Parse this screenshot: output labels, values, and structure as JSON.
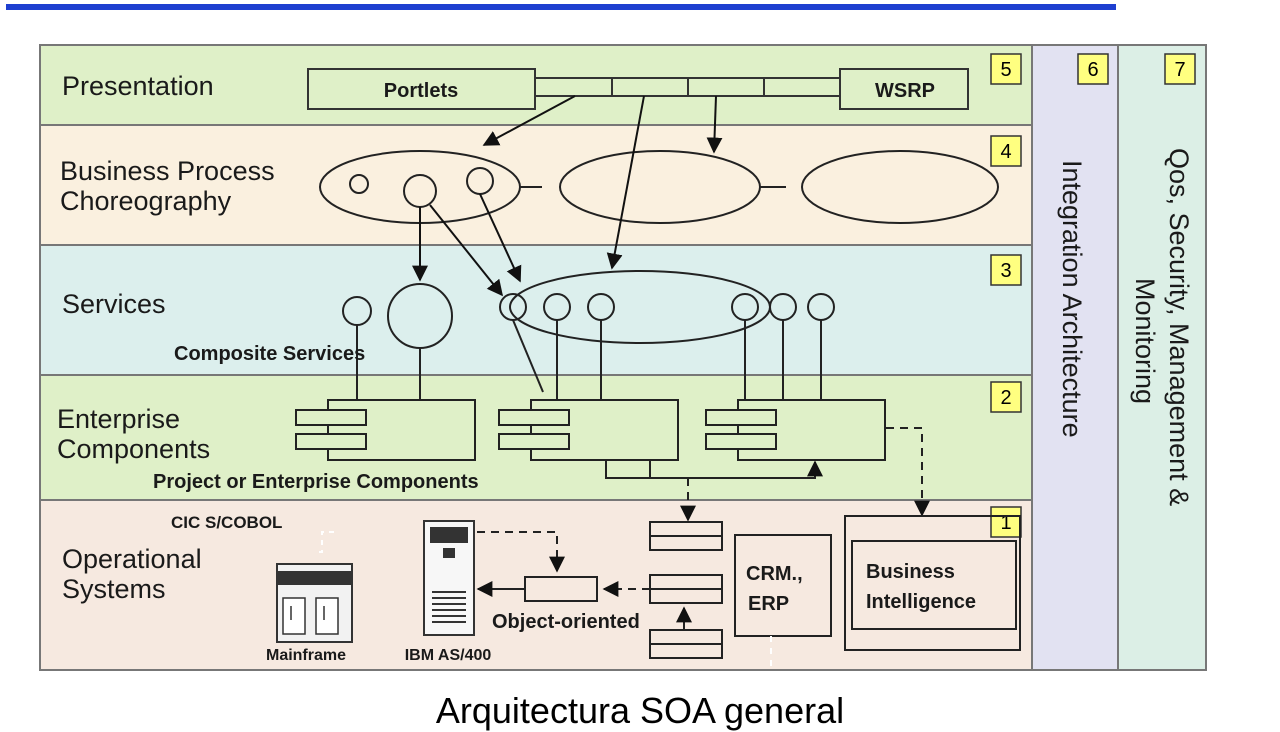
{
  "layers": [
    {
      "label_lines": [
        "Presentation"
      ],
      "number": "5"
    },
    {
      "label_lines": [
        "Business Process",
        "Choreography"
      ],
      "number": "4"
    },
    {
      "label_lines": [
        "Services"
      ],
      "number": "3"
    },
    {
      "label_lines": [
        "Enterprise",
        "Components"
      ],
      "number": "2"
    },
    {
      "label_lines": [
        "Operational",
        "Systems"
      ],
      "number": "1"
    }
  ],
  "side_columns": [
    {
      "label": "Integration Architecture",
      "number": "6"
    },
    {
      "label_lines": [
        "Qos, Security, Management &",
        "Monitoring"
      ],
      "number": "7"
    }
  ],
  "presentation": {
    "portlets": "Portlets",
    "wsrp": "WSRP"
  },
  "services": {
    "composite_label": "Composite Services"
  },
  "components": {
    "caption": "Project or Enterprise Components"
  },
  "operational": {
    "cics_label": "CIC S/COBOL",
    "mainframe_label": "Mainframe",
    "as400_label": "IBM AS/400",
    "oo_label": "Object-oriented",
    "crm_lines": [
      "CRM.,",
      "ERP"
    ],
    "bi_lines": [
      "Business",
      "Intelligence"
    ]
  },
  "colors": {
    "presentation": "#dff0c8",
    "business_process": "#faf0df",
    "services": "#dcefed",
    "components": "#dff0c8",
    "operational": "#f6e9e0",
    "integration": "#e2e2f2",
    "qos": "#dcefe6",
    "number_box": "#ffff80",
    "title_bar": "#1e3fd0"
  },
  "caption": "Arquitectura SOA general"
}
